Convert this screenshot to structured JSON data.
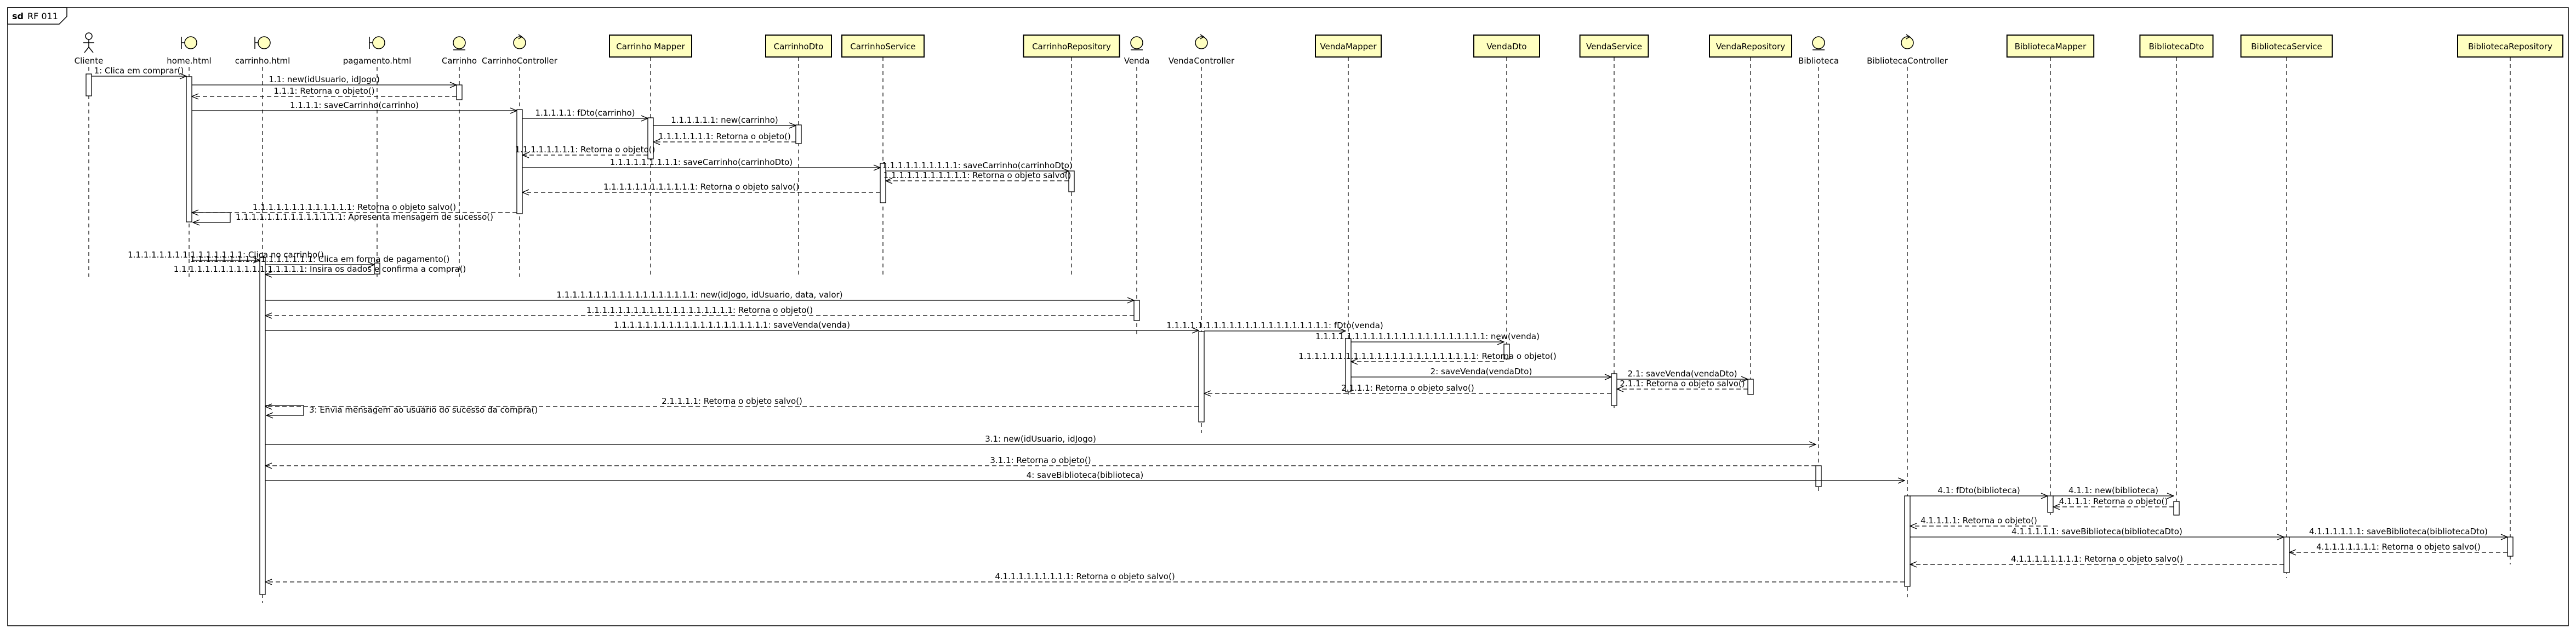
{
  "diagram": {
    "frame_title": "RF 011",
    "frame_kind": "sd",
    "colors": {
      "participant_fill": "#ffffc0",
      "line": "#000000",
      "background": "#ffffff"
    }
  },
  "participants": [
    {
      "id": "cliente",
      "label": "Cliente",
      "kind": "actor"
    },
    {
      "id": "home",
      "label": "home.html",
      "kind": "boundary"
    },
    {
      "id": "carrinho_html",
      "label": "carrinho.html",
      "kind": "boundary"
    },
    {
      "id": "pagamento_html",
      "label": "pagamento.html",
      "kind": "boundary"
    },
    {
      "id": "carrinho",
      "label": "Carrinho",
      "kind": "entity"
    },
    {
      "id": "carrinho_controller",
      "label": "CarrinhoController",
      "kind": "control"
    },
    {
      "id": "carrinho_mapper",
      "label": "Carrinho Mapper",
      "kind": "box"
    },
    {
      "id": "carrinho_dto",
      "label": "CarrinhoDto",
      "kind": "box"
    },
    {
      "id": "carrinho_service",
      "label": "CarrinhoService",
      "kind": "box"
    },
    {
      "id": "carrinho_repository",
      "label": "CarrinhoRepository",
      "kind": "box"
    },
    {
      "id": "venda",
      "label": "Venda",
      "kind": "entity"
    },
    {
      "id": "venda_controller",
      "label": "VendaController",
      "kind": "control"
    },
    {
      "id": "venda_mapper",
      "label": "VendaMapper",
      "kind": "box"
    },
    {
      "id": "venda_dto",
      "label": "VendaDto",
      "kind": "box"
    },
    {
      "id": "venda_service",
      "label": "VendaService",
      "kind": "box"
    },
    {
      "id": "venda_repository",
      "label": "VendaRepository",
      "kind": "box"
    },
    {
      "id": "biblioteca",
      "label": "Biblioteca",
      "kind": "entity"
    },
    {
      "id": "biblioteca_controller",
      "label": "BibliotecaController",
      "kind": "control"
    },
    {
      "id": "biblioteca_mapper",
      "label": "BibliotecaMapper",
      "kind": "box"
    },
    {
      "id": "biblioteca_dto",
      "label": "BibliotecaDto",
      "kind": "box"
    },
    {
      "id": "biblioteca_service",
      "label": "BibliotecaService",
      "kind": "box"
    },
    {
      "id": "biblioteca_repository",
      "label": "BibliotecaRepository",
      "kind": "box"
    }
  ],
  "messages": [
    {
      "from": "cliente",
      "to": "home",
      "label": "1: Clica em comprar()",
      "reply": false
    },
    {
      "from": "home",
      "to": "carrinho",
      "label": "1.1: new(idUsuario, idJogo)",
      "reply": false
    },
    {
      "from": "carrinho",
      "to": "home",
      "label": "1.1.1: Retorna o objeto()",
      "reply": true
    },
    {
      "from": "home",
      "to": "carrinho_controller",
      "label": "1.1.1.1: saveCarrinho(carrinho)",
      "reply": false
    },
    {
      "from": "carrinho_controller",
      "to": "carrinho_mapper",
      "label": "1.1.1.1.1: fDto(carrinho)",
      "reply": false
    },
    {
      "from": "carrinho_mapper",
      "to": "carrinho_dto",
      "label": "1.1.1.1.1.1: new(carrinho)",
      "reply": false
    },
    {
      "from": "carrinho_dto",
      "to": "carrinho_mapper",
      "label": "1.1.1.1.1.1.1: Retorna o objeto()",
      "reply": true
    },
    {
      "from": "carrinho_mapper",
      "to": "carrinho_controller",
      "label": "1.1.1.1.1.1.1.1: Retorna o objeto()",
      "reply": true
    },
    {
      "from": "carrinho_controller",
      "to": "carrinho_service",
      "label": "1.1.1.1.1.1.1.1.1: saveCarrinho(carrinhoDto)",
      "reply": false
    },
    {
      "from": "carrinho_service",
      "to": "carrinho_repository",
      "label": "1.1.1.1.1.1.1.1.1.1: saveCarrinho(carrinhoDto)",
      "reply": false
    },
    {
      "from": "carrinho_repository",
      "to": "carrinho_service",
      "label": "1.1.1.1.1.1.1.1.1.1.1: Retorna o objeto salvo()",
      "reply": true
    },
    {
      "from": "carrinho_service",
      "to": "carrinho_controller",
      "label": "1.1.1.1.1.1.1.1.1.1.1.1: Retorna o objeto salvo()",
      "reply": true
    },
    {
      "from": "carrinho_controller",
      "to": "home",
      "label": "1.1.1.1.1.1.1.1.1.1.1.1.1: Retorna o objeto salvo()",
      "reply": true
    },
    {
      "from": "home",
      "to": "home",
      "label": "1.1.1.1.1.1.1.1.1.1.1.1.1.1: Apresenta mensagem de sucesso()",
      "reply": false,
      "self": true
    },
    {
      "from": "home",
      "to": "carrinho_html",
      "label": "1.1.1.1.1.1.1.1.1.1.1.1.1.1.1: Clica no carrinho()",
      "reply": false
    },
    {
      "from": "carrinho_html",
      "to": "pagamento_html",
      "label": "1.1.1.1.1.1.1.1.1.1.1.1.1.1.1.1: Clica em forma de pagamento()",
      "reply": false
    },
    {
      "from": "pagamento_html",
      "to": "carrinho_html",
      "label": "1.1.1.1.1.1.1.1.1.1.1.1.1.1.1.1.1: Insira os dados e confirma a compra()",
      "reply": false
    },
    {
      "from": "carrinho_html",
      "to": "venda",
      "label": "1.1.1.1.1.1.1.1.1.1.1.1.1.1.1.1.1.1: new(idJogo, idUsuario, data, valor)",
      "reply": false
    },
    {
      "from": "venda",
      "to": "carrinho_html",
      "label": "1.1.1.1.1.1.1.1.1.1.1.1.1.1.1.1.1.1.1: Retorna o objeto()",
      "reply": true
    },
    {
      "from": "carrinho_html",
      "to": "venda_controller",
      "label": "1.1.1.1.1.1.1.1.1.1.1.1.1.1.1.1.1.1.1.1: saveVenda(venda)",
      "reply": false
    },
    {
      "from": "venda_controller",
      "to": "venda_mapper",
      "label": "1.1.1.1.1.1.1.1.1.1.1.1.1.1.1.1.1.1.1.1.1: fDto(venda)",
      "reply": false
    },
    {
      "from": "venda_mapper",
      "to": "venda_dto",
      "label": "1.1.1.1.1.1.1.1.1.1.1.1.1.1.1.1.1.1.1.1.1.1: new(venda)",
      "reply": false
    },
    {
      "from": "venda_dto",
      "to": "venda_mapper",
      "label": "1.1.1.1.1.1.1.1.1.1.1.1.1.1.1.1.1.1.1.1.1.1.1: Retorna o objeto()",
      "reply": true
    },
    {
      "from": "venda_mapper",
      "to": "venda_service",
      "label": "2: saveVenda(vendaDto)",
      "reply": false
    },
    {
      "from": "venda_service",
      "to": "venda_repository",
      "label": "2.1: saveVenda(vendaDto)",
      "reply": false
    },
    {
      "from": "venda_repository",
      "to": "venda_service",
      "label": "2.1.1: Retorna o objeto salvo()",
      "reply": true
    },
    {
      "from": "venda_service",
      "to": "venda_controller",
      "label": "2.1.1.1: Retorna o objeto salvo()",
      "reply": true
    },
    {
      "from": "venda_controller",
      "to": "carrinho_html",
      "label": "2.1.1.1.1: Retorna o objeto salvo()",
      "reply": true
    },
    {
      "from": "carrinho_html",
      "to": "carrinho_html",
      "label": "3: Envia mensagem ao usuário do sucesso da compra()",
      "reply": false,
      "self": true
    },
    {
      "from": "carrinho_html",
      "to": "biblioteca",
      "label": "3.1: new(idUsuario, idJogo)",
      "reply": false
    },
    {
      "from": "biblioteca",
      "to": "carrinho_html",
      "label": "3.1.1: Retorna o objeto()",
      "reply": true
    },
    {
      "from": "carrinho_html",
      "to": "biblioteca_controller",
      "label": "4: saveBiblioteca(biblioteca)",
      "reply": false
    },
    {
      "from": "biblioteca_controller",
      "to": "biblioteca_mapper",
      "label": "4.1: fDto(biblioteca)",
      "reply": false
    },
    {
      "from": "biblioteca_mapper",
      "to": "biblioteca_dto",
      "label": "4.1.1: new(biblioteca)",
      "reply": false
    },
    {
      "from": "biblioteca_dto",
      "to": "biblioteca_mapper",
      "label": "4.1.1.1: Retorna o objeto()",
      "reply": true
    },
    {
      "from": "biblioteca_mapper",
      "to": "biblioteca_controller",
      "label": "4.1.1.1.1: Retorna o objeto()",
      "reply": true
    },
    {
      "from": "biblioteca_controller",
      "to": "biblioteca_service",
      "label": "4.1.1.1.1.1: saveBiblioteca(bibliotecaDto)",
      "reply": false
    },
    {
      "from": "biblioteca_service",
      "to": "biblioteca_repository",
      "label": "4.1.1.1.1.1.1: saveBiblioteca(bibliotecaDto)",
      "reply": false
    },
    {
      "from": "biblioteca_repository",
      "to": "biblioteca_service",
      "label": "4.1.1.1.1.1.1.1: Retorna o objeto salvo()",
      "reply": true
    },
    {
      "from": "biblioteca_service",
      "to": "biblioteca_controller",
      "label": "4.1.1.1.1.1.1.1.1: Retorna o objeto salvo()",
      "reply": true
    },
    {
      "from": "biblioteca_controller",
      "to": "carrinho_html",
      "label": "4.1.1.1.1.1.1.1.1.1: Retorna o objeto salvo()",
      "reply": true
    }
  ]
}
